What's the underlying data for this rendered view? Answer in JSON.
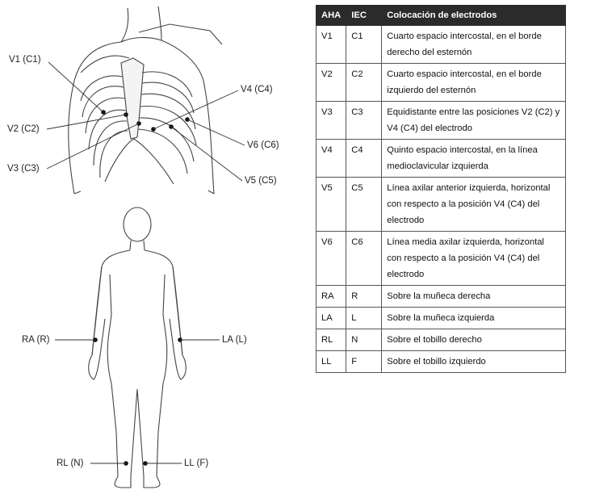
{
  "torso_labels": {
    "v1": "V1  (C1)",
    "v2": "V2  (C2)",
    "v3": "V3  (C3)",
    "v4": "V4 (C4)",
    "v6": "V6 (C6)",
    "v5": "V5 (C5)"
  },
  "body_labels": {
    "ra": "RA (R)",
    "la": "LA (L)",
    "rl": "RL  (N)",
    "ll": "LL (F)"
  },
  "table": {
    "headers": [
      "AHA",
      "IEC",
      "Colocación de electrodos"
    ],
    "rows": [
      {
        "aha": "V1",
        "iec": "C1",
        "desc": "Cuarto espacio intercostal, en el borde derecho del esternón"
      },
      {
        "aha": "V2",
        "iec": "C2",
        "desc": "Cuarto espacio intercostal, en el borde izquierdo del esternón"
      },
      {
        "aha": "V3",
        "iec": "C3",
        "desc": "Equidistante entre las posiciones V2 (C2) y V4 (C4) del electrodo"
      },
      {
        "aha": "V4",
        "iec": "C4",
        "desc": "Quinto espacio intercostal, en la línea medioclavicular izquierda"
      },
      {
        "aha": "V5",
        "iec": "C5",
        "desc": "Línea axilar anterior izquierda, horizontal con respecto a la posición V4 (C4) del electrodo"
      },
      {
        "aha": "V6",
        "iec": "C6",
        "desc": "Línea media axilar izquierda, horizontal con respecto a la posición V4 (C4) del electrodo"
      },
      {
        "aha": "RA",
        "iec": "R",
        "desc": "Sobre la muñeca derecha"
      },
      {
        "aha": "LA",
        "iec": "L",
        "desc": "Sobre la muñeca izquierda"
      },
      {
        "aha": "RL",
        "iec": "N",
        "desc": "Sobre el tobillo derecho"
      },
      {
        "aha": "LL",
        "iec": "F",
        "desc": "Sobre el tobillo izquierdo"
      }
    ]
  }
}
